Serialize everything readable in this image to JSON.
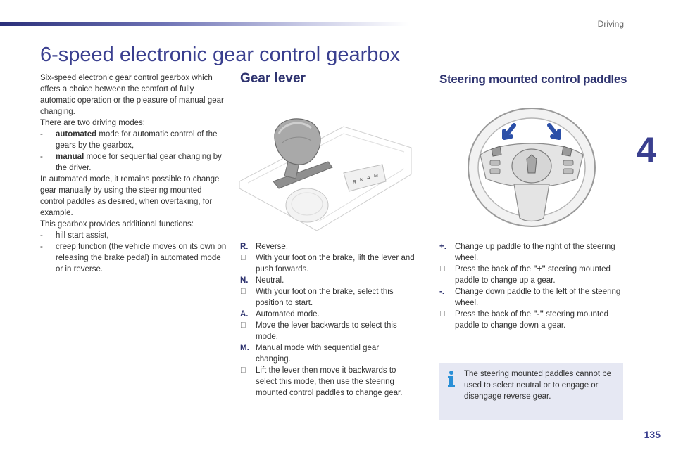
{
  "header": {
    "section": "Driving",
    "chapter": "4"
  },
  "page_title": "6-speed electronic gear control gearbox",
  "intro": {
    "p1": "Six-speed electronic gear control gearbox which offers a choice between the comfort of fully automatic operation or the pleasure of manual gear changing.",
    "p2": "There are two driving modes:",
    "modes": [
      {
        "bullet": "-",
        "term": "automated",
        "text": " mode for automatic control of the gears by the gearbox,"
      },
      {
        "bullet": "-",
        "term": "manual",
        "text": " mode for sequential gear changing by the driver."
      }
    ],
    "p3": "In automated mode, it remains possible to change gear manually by using the steering mounted control paddles as desired, when overtaking, for example.",
    "p4": "This gearbox provides additional functions:",
    "functions": [
      {
        "bullet": "-",
        "text": "hill start assist,"
      },
      {
        "bullet": "-",
        "text": "creep function (the vehicle moves on its own on releasing the brake pedal) in automated mode or in reverse."
      }
    ]
  },
  "gear_lever": {
    "heading": "Gear lever",
    "gate_labels": [
      "R",
      "N",
      "A",
      "M"
    ],
    "items": [
      {
        "key": "R.",
        "text": "Reverse."
      },
      {
        "key": "",
        "text": "With your foot on the brake, lift the lever and push forwards."
      },
      {
        "key": "N.",
        "text": "Neutral."
      },
      {
        "key": "",
        "text": "With your foot on the brake, select this position to start."
      },
      {
        "key": "A.",
        "text": "Automated mode."
      },
      {
        "key": "",
        "text": "Move the lever backwards to select this mode."
      },
      {
        "key": "M.",
        "text": "Manual mode with sequential gear changing."
      },
      {
        "key": "",
        "text": "Lift the lever then move it backwards to select this mode, then use the steering mounted control paddles to change gear."
      }
    ]
  },
  "steering": {
    "heading": "Steering mounted control paddles",
    "items": [
      {
        "key": "+.",
        "text": "Change up paddle to the right of the steering wheel."
      },
      {
        "key": "",
        "text_pre": "Press the back of the ",
        "quoted": "\"+\"",
        "text_post": " steering mounted paddle to change up a gear."
      },
      {
        "key": "-.",
        "text": "Change down paddle to the left of the steering wheel."
      },
      {
        "key": "",
        "text_pre": "Press the back of the ",
        "quoted": "\"-\"",
        "text_post": " steering mounted paddle to change down a gear."
      }
    ]
  },
  "note": {
    "icon": "info-icon",
    "text": "The steering mounted paddles cannot be used to select neutral or to engage or disengage reverse gear."
  },
  "page_number": "135",
  "colors": {
    "accent": "#3a3f8f",
    "note_bg": "#e6e8f3",
    "arrow_blue": "#2c50a8"
  }
}
